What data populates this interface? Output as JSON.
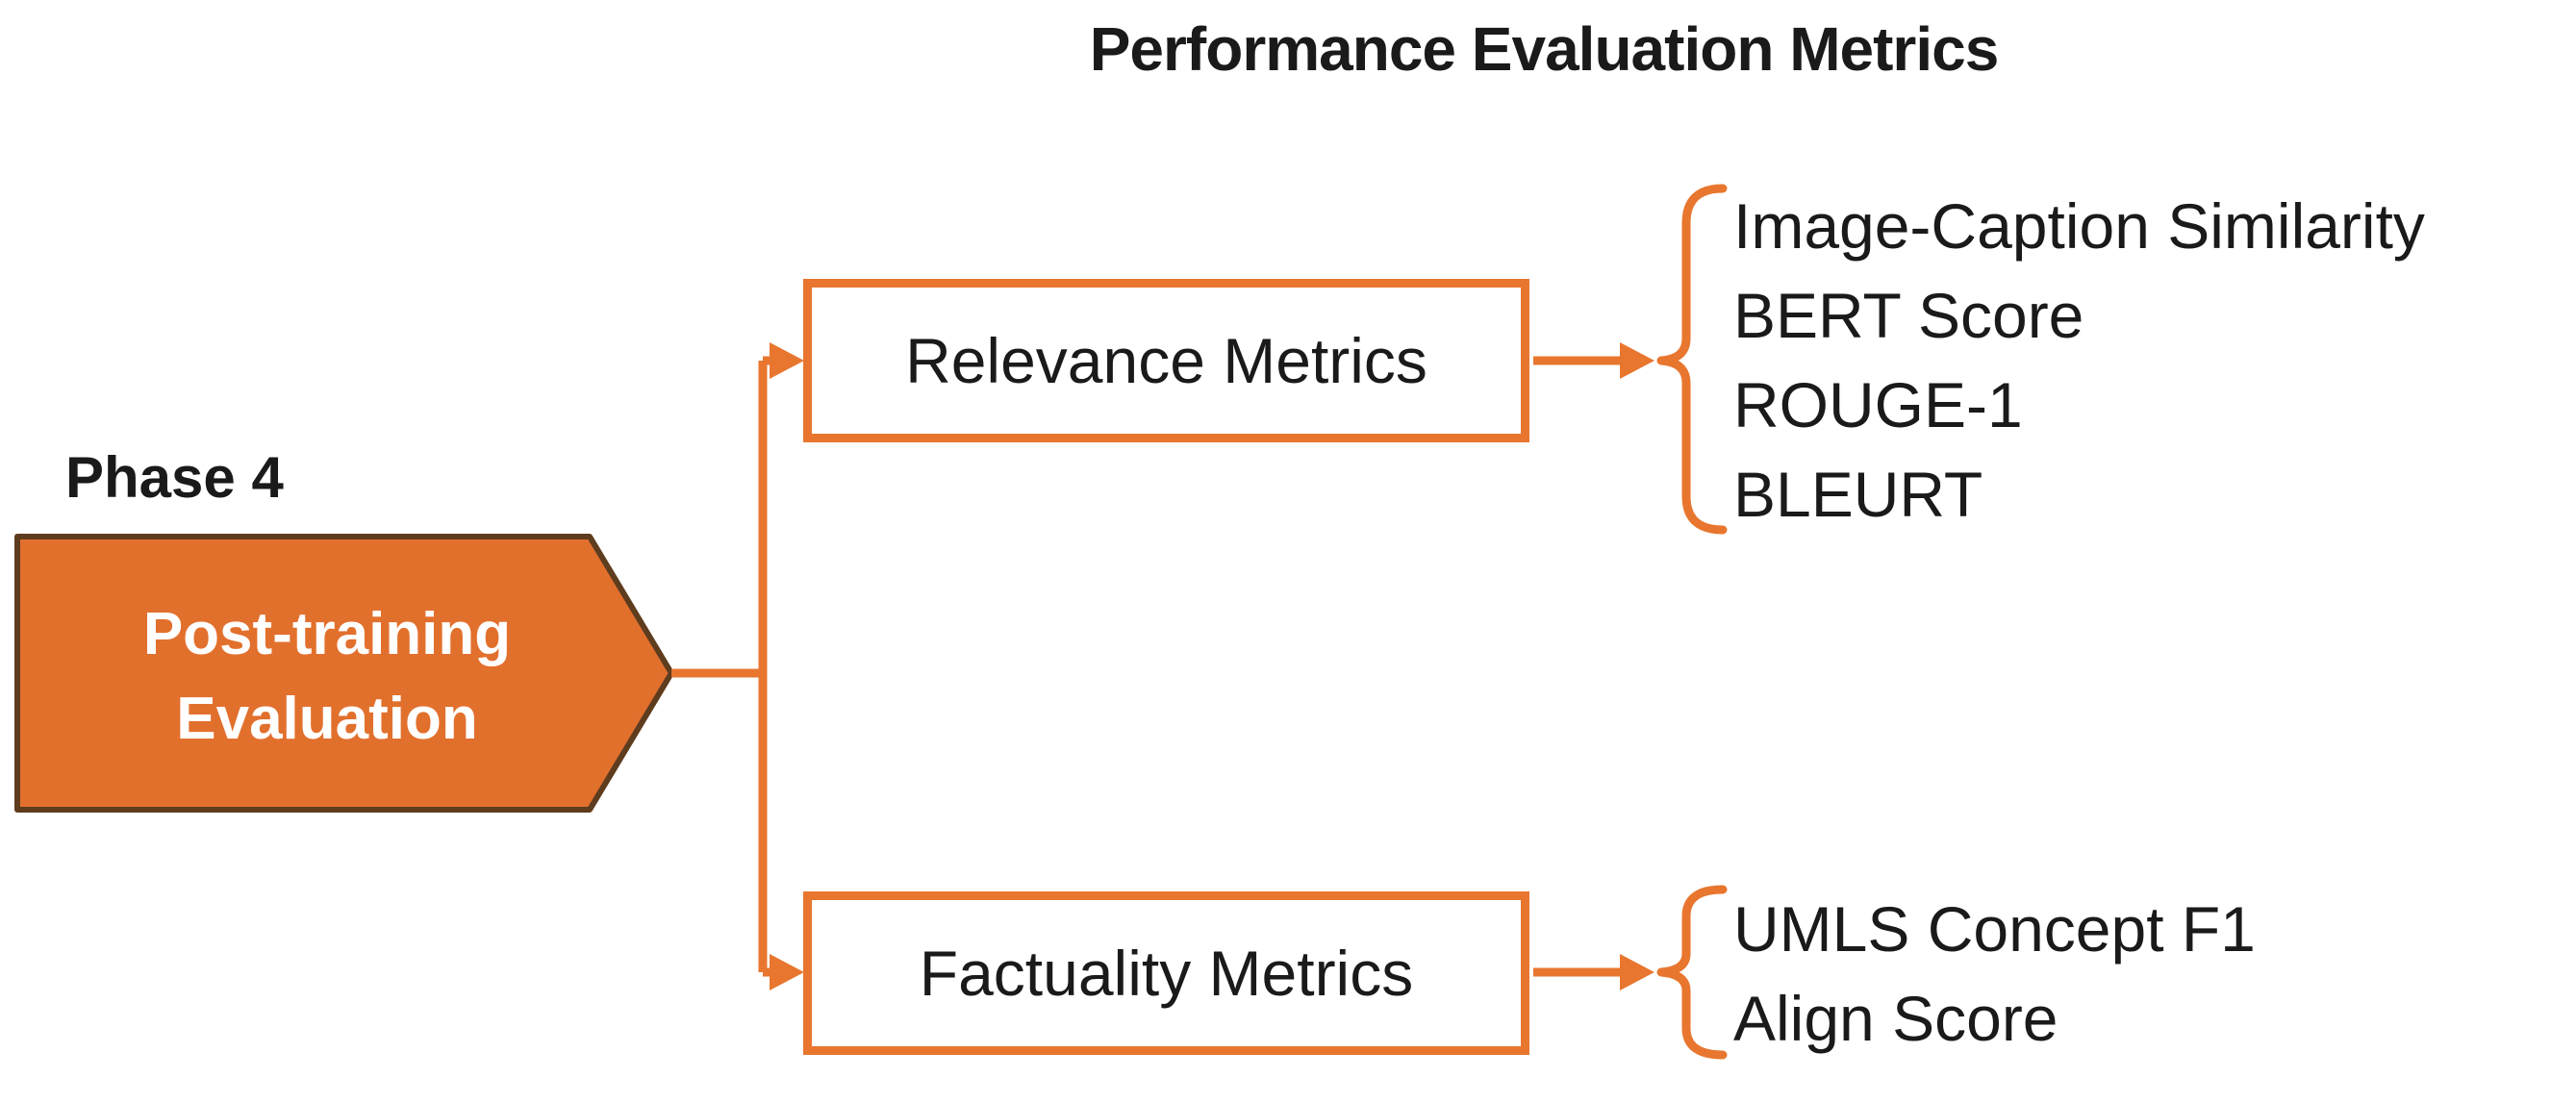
{
  "title": "Performance Evaluation Metrics",
  "phase": {
    "label": "Phase 4",
    "shape_line1": "Post-training",
    "shape_line2": "Evaluation"
  },
  "branches": [
    {
      "label": "Relevance Metrics",
      "metrics": [
        "Image-Caption Similarity",
        "BERT Score",
        "ROUGE-1",
        "BLEURT"
      ]
    },
    {
      "label": "Factuality Metrics",
      "metrics": [
        "UMLS Concept F1",
        "Align Score"
      ]
    }
  ],
  "colors": {
    "accent_orange": "#E8762F",
    "pentagon_fill": "#E2702D",
    "pentagon_border": "#5E3C1E",
    "text_dark": "#1A1A1A",
    "text_on_accent": "#FFFFFF",
    "background": "#FFFFFF"
  }
}
